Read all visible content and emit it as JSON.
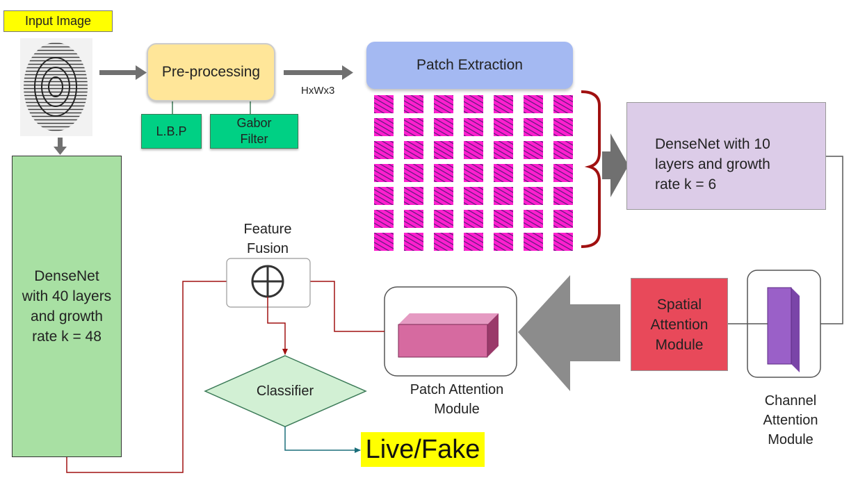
{
  "input_label": "Input Image",
  "preprocessing": "Pre-processing",
  "lbp": "L.B.P",
  "gabor": "Gabor\nFilter",
  "patch_extraction": "Patch Extraction",
  "dim_label": "HxWx3",
  "densenet10": "DenseNet with 10 layers and growth rate k = 6",
  "densenet40": "DenseNet with 40 layers and growth rate k = 48",
  "feature_fusion": "Feature Fusion",
  "spatial_attention": "Spatial Attention Module",
  "channel_attention": "Channel Attention Module",
  "patch_attention": "Patch Attention Module",
  "classifier": "Classifier",
  "output": "Live/Fake",
  "colors": {
    "input_label_bg": "#ffff00",
    "preprocessing_bg": "#ffe699",
    "lbp_gabor_bg": "#00d084",
    "patch_extraction_bg": "#a4b9f2",
    "densenet10_bg": "#dccce8",
    "densenet40_bg": "#a8e0a3",
    "spatial_bg": "#e8495a",
    "classifier_bg": "#d2f0d4",
    "patch_tile": "#ff1fcf",
    "cube_front": "#d66aa0",
    "channel_cube": "#9a60c8",
    "red_arrow": "#a01010",
    "teal_arrow": "#1a6e7a",
    "grey_arrow": "#8a8a8a"
  }
}
